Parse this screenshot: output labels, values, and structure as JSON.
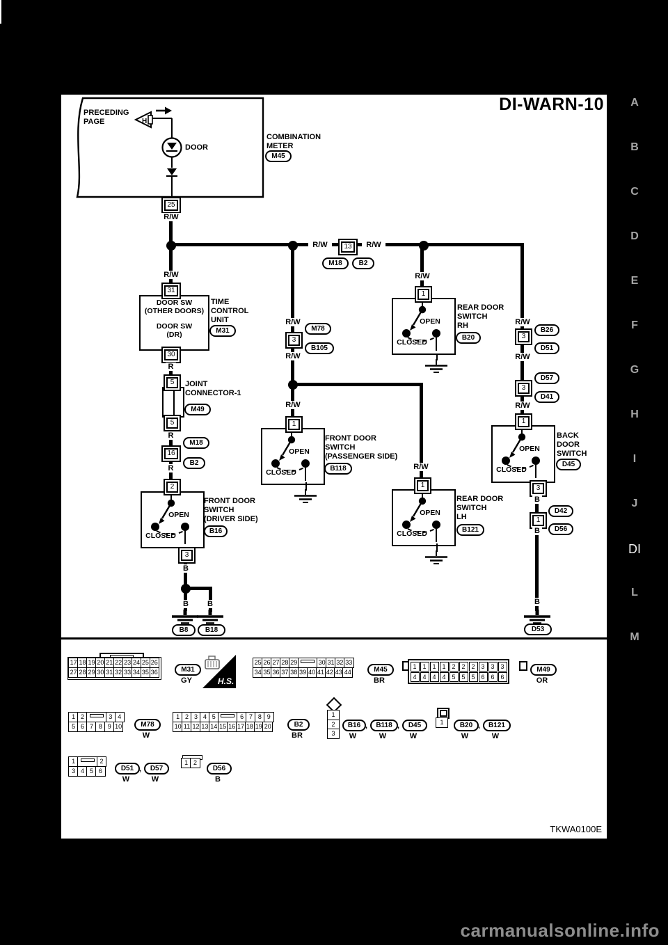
{
  "page": {
    "code": "DI-WARN-10",
    "figure_id": "TKWA0100E",
    "watermark": "carmanualsonline.info"
  },
  "sidebar": {
    "letters": [
      "A",
      "B",
      "C",
      "D",
      "E",
      "F",
      "G",
      "H",
      "I",
      "J",
      "DI",
      "L",
      "M"
    ],
    "active": "DI"
  },
  "wire": {
    "rw": "R/W",
    "r": "R",
    "b": "B"
  },
  "sw": {
    "open": "OPEN",
    "closed": "CLOSED"
  },
  "pins": {
    "p25": "25",
    "p31": "31",
    "p30": "30",
    "p5": "5",
    "p16": "16",
    "p2": "2",
    "p3": "3",
    "p13": "13",
    "p1": "1"
  },
  "refs": {
    "m45": "M45",
    "m18": "M18",
    "b2": "B2",
    "m31": "M31",
    "m49": "M49",
    "m78": "M78",
    "b105": "B105",
    "b26": "B26",
    "d51": "D51",
    "d57": "D57",
    "d41": "D41",
    "b20": "B20",
    "b16": "B16",
    "b118": "B118",
    "b121": "B121",
    "d45": "D45",
    "d42": "D42",
    "d56": "D56",
    "b8": "B8",
    "b18": "B18",
    "d53": "D53"
  },
  "components": {
    "preceding_page": {
      "line1": "PRECEDING",
      "line2": "PAGE",
      "h": "H"
    },
    "combination_meter": {
      "line1": "COMBINATION",
      "line2": "METER",
      "door": "DOOR"
    },
    "tcu": {
      "in1": "DOOR SW",
      "in2": "(OTHER DOORS)",
      "in3": "DOOR SW",
      "in4": "(DR)",
      "l1": "TIME",
      "l2": "CONTROL",
      "l3": "UNIT"
    },
    "joint": {
      "l1": "JOINT",
      "l2": "CONNECTOR-1"
    },
    "sw_driver": {
      "l1": "FRONT DOOR",
      "l2": "SWITCH",
      "l3": "(DRIVER SIDE)"
    },
    "sw_passenger": {
      "l1": "FRONT DOOR",
      "l2": "SWITCH",
      "l3": "(PASSENGER SIDE)"
    },
    "sw_rear_rh": {
      "l1": "REAR DOOR",
      "l2": "SWITCH",
      "l3": "RH"
    },
    "sw_rear_lh": {
      "l1": "REAR DOOR",
      "l2": "SWITCH",
      "l3": "LH"
    },
    "sw_back": {
      "l1": "BACK",
      "l2": "DOOR",
      "l3": "SWITCH"
    }
  },
  "bottom": {
    "hs": "H.S.",
    "comma": ",",
    "colors": {
      "gy": "GY",
      "br": "BR",
      "or": "OR",
      "w": "W",
      "b": "B"
    },
    "grids": {
      "m31": [
        [
          "17",
          "18",
          "19",
          "20",
          "21",
          "22",
          "23",
          "24",
          "25",
          "26"
        ],
        [
          "27",
          "28",
          "29",
          "30",
          "31",
          "32",
          "33",
          "34",
          "35",
          "36"
        ]
      ],
      "m45": [
        [
          "25",
          "26",
          "27",
          "28",
          "29",
          "|",
          "30",
          "31",
          "32",
          "33"
        ],
        [
          "34",
          "35",
          "36",
          "37",
          "38",
          "39",
          "40",
          "41",
          "42",
          "43",
          "44"
        ]
      ],
      "m49": [
        [
          "1",
          "1",
          "1",
          "1",
          "2",
          "2",
          "2",
          "3",
          "3",
          "3"
        ],
        [
          "4",
          "4",
          "4",
          "4",
          "5",
          "5",
          "5",
          "6",
          "6",
          "6"
        ]
      ],
      "m78": [
        [
          "1",
          "2",
          "|",
          "3",
          "4"
        ],
        [
          "5",
          "6",
          "7",
          "8",
          "9",
          "10"
        ]
      ],
      "b2": [
        [
          "1",
          "2",
          "3",
          "4",
          "5",
          "|",
          "6",
          "7",
          "8",
          "9"
        ],
        [
          "10",
          "11",
          "12",
          "13",
          "14",
          "15",
          "16",
          "17",
          "18",
          "19",
          "20"
        ]
      ],
      "d51": [
        [
          "1",
          "|",
          "2"
        ],
        [
          "3",
          "4",
          "5",
          "6"
        ]
      ],
      "d56": [
        [
          "1",
          "2"
        ]
      ],
      "b16v": [
        [
          "1"
        ],
        [
          "2"
        ],
        [
          "3"
        ]
      ],
      "b20v": [
        [
          "1"
        ]
      ]
    }
  }
}
